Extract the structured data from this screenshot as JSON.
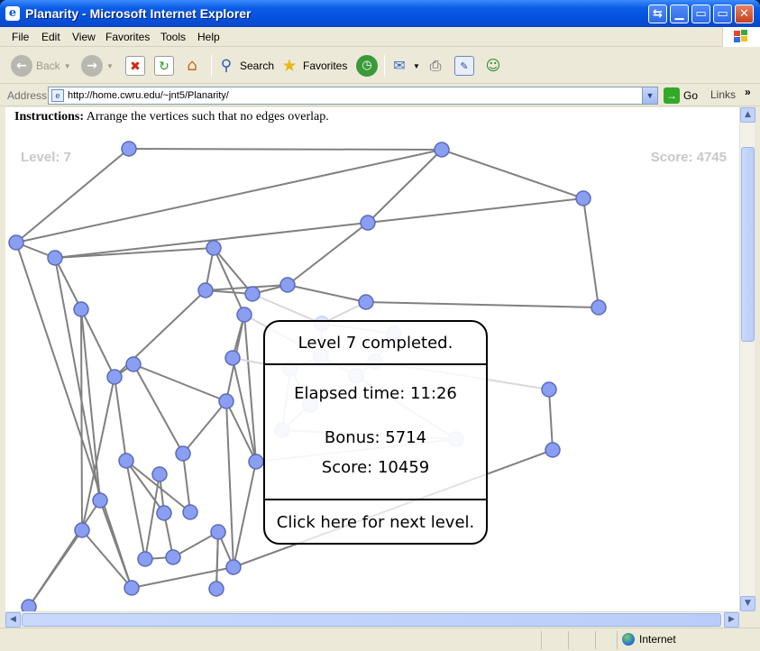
{
  "window": {
    "title": "Planarity - Microsoft Internet Explorer",
    "icon": "ie-e-icon"
  },
  "menu": [
    "File",
    "Edit",
    "View",
    "Favorites",
    "Tools",
    "Help"
  ],
  "toolbar": {
    "back_label": "Back",
    "search_label": "Search",
    "favorites_label": "Favorites"
  },
  "address": {
    "label": "Address",
    "url": "http://home.cwru.edu/~jnt5/Planarity/",
    "go_label": "Go",
    "links_label": "Links"
  },
  "page": {
    "instructions_bold": "Instructions:",
    "instructions_text": " Arrange the vertices such that no edges overlap.",
    "level": "Level: 7",
    "score": "Score: 4745"
  },
  "dialog": {
    "title": "Level 7 completed.",
    "elapsed": "Elapsed time: 11:26",
    "bonus": "Bonus: 5714",
    "score": "Score: 10459",
    "next": "Click here for next level."
  },
  "status": {
    "zone": "Internet"
  },
  "colors": {
    "vertex_fill": "#8a9ef2",
    "vertex_stroke": "#5a6bb8",
    "edge": "#808080",
    "faded_vertex": "#dfe4f8",
    "faded_edge": "#d8d8d8"
  }
}
